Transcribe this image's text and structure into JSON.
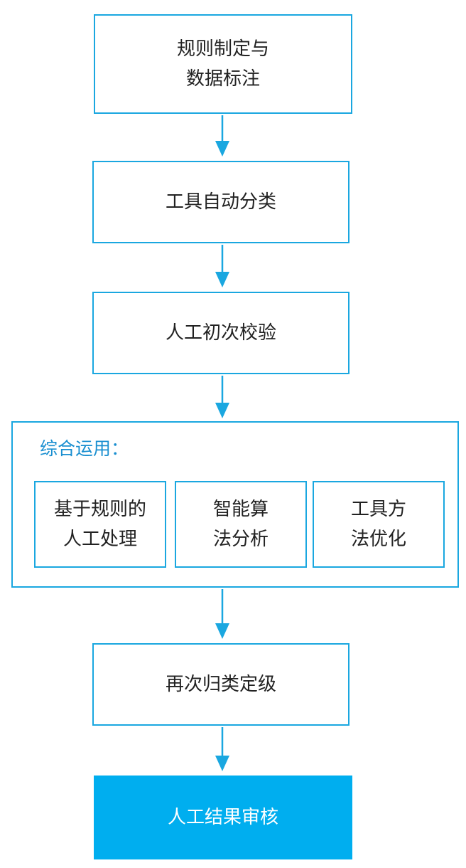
{
  "steps": [
    {
      "label": "规则制定与\n数据标注"
    },
    {
      "label": "工具自动分类"
    },
    {
      "label": "人工初次校验"
    }
  ],
  "group": {
    "title": "综合运用：",
    "items": [
      {
        "label": "基于规则的\n人工处理"
      },
      {
        "label": "智能算\n法分析"
      },
      {
        "label": "工具方\n法优化"
      }
    ]
  },
  "after_steps": [
    {
      "label": "再次归类定级"
    }
  ],
  "final_step": {
    "label": "人工结果审核"
  },
  "colors": {
    "border": "#1aa7e0",
    "arrow": "#1aa7e0",
    "accent_fill": "#00aeef",
    "group_title": "#1a8fd0"
  }
}
